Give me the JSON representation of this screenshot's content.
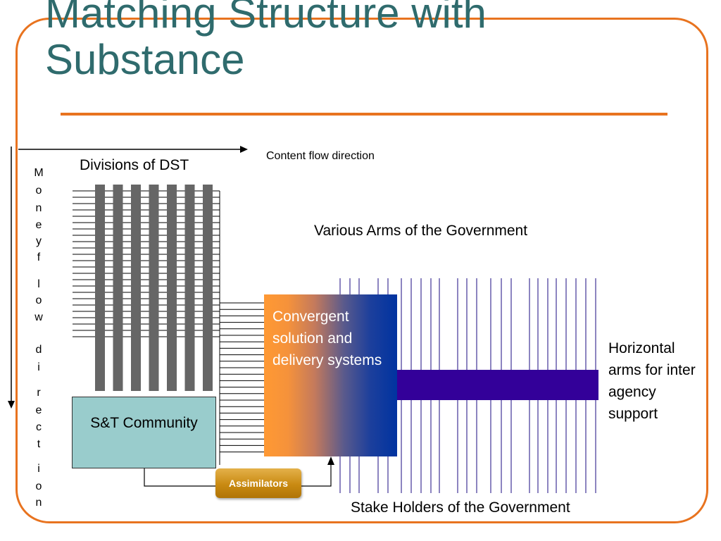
{
  "title": "Matching Structure with Substance",
  "labels": {
    "divisions": "Divisions of DST",
    "content_flow": "Content flow direction",
    "various_arms": "Various Arms of the Government",
    "horizontal_arms": "Horizontal arms for inter agency support",
    "stake_holders": "Stake Holders of the Government",
    "money_flow": "Moneyf low di rect ion"
  },
  "boxes": {
    "convergent": "Convergent solution and delivery systems",
    "st_community": "S&T Community",
    "assimilators": "Assimilators"
  },
  "colors": {
    "frame": "#e8731f",
    "title": "#2f6b6d",
    "dst_columns": "#666666",
    "st_box": "#99cccc",
    "convergent_start": "#ff9933",
    "convergent_end": "#0033a0",
    "horizontal_arm": "#330099",
    "gov_lines": "#1a0a80",
    "assimilators": "#c98a12"
  }
}
